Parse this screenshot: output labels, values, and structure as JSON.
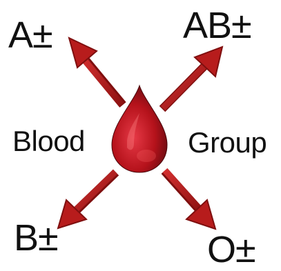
{
  "diagram": {
    "groups": {
      "top_left": "A±",
      "top_right": "AB±",
      "bottom_left": "B±",
      "bottom_right": "O±"
    },
    "center_left_word": "Blood",
    "center_right_word": "Group",
    "colors": {
      "arrow": "#b71c1c",
      "arrow_dark": "#7f0f0f",
      "drop": "#c1121f",
      "drop_dark": "#6a040f",
      "text": "#111111"
    }
  }
}
